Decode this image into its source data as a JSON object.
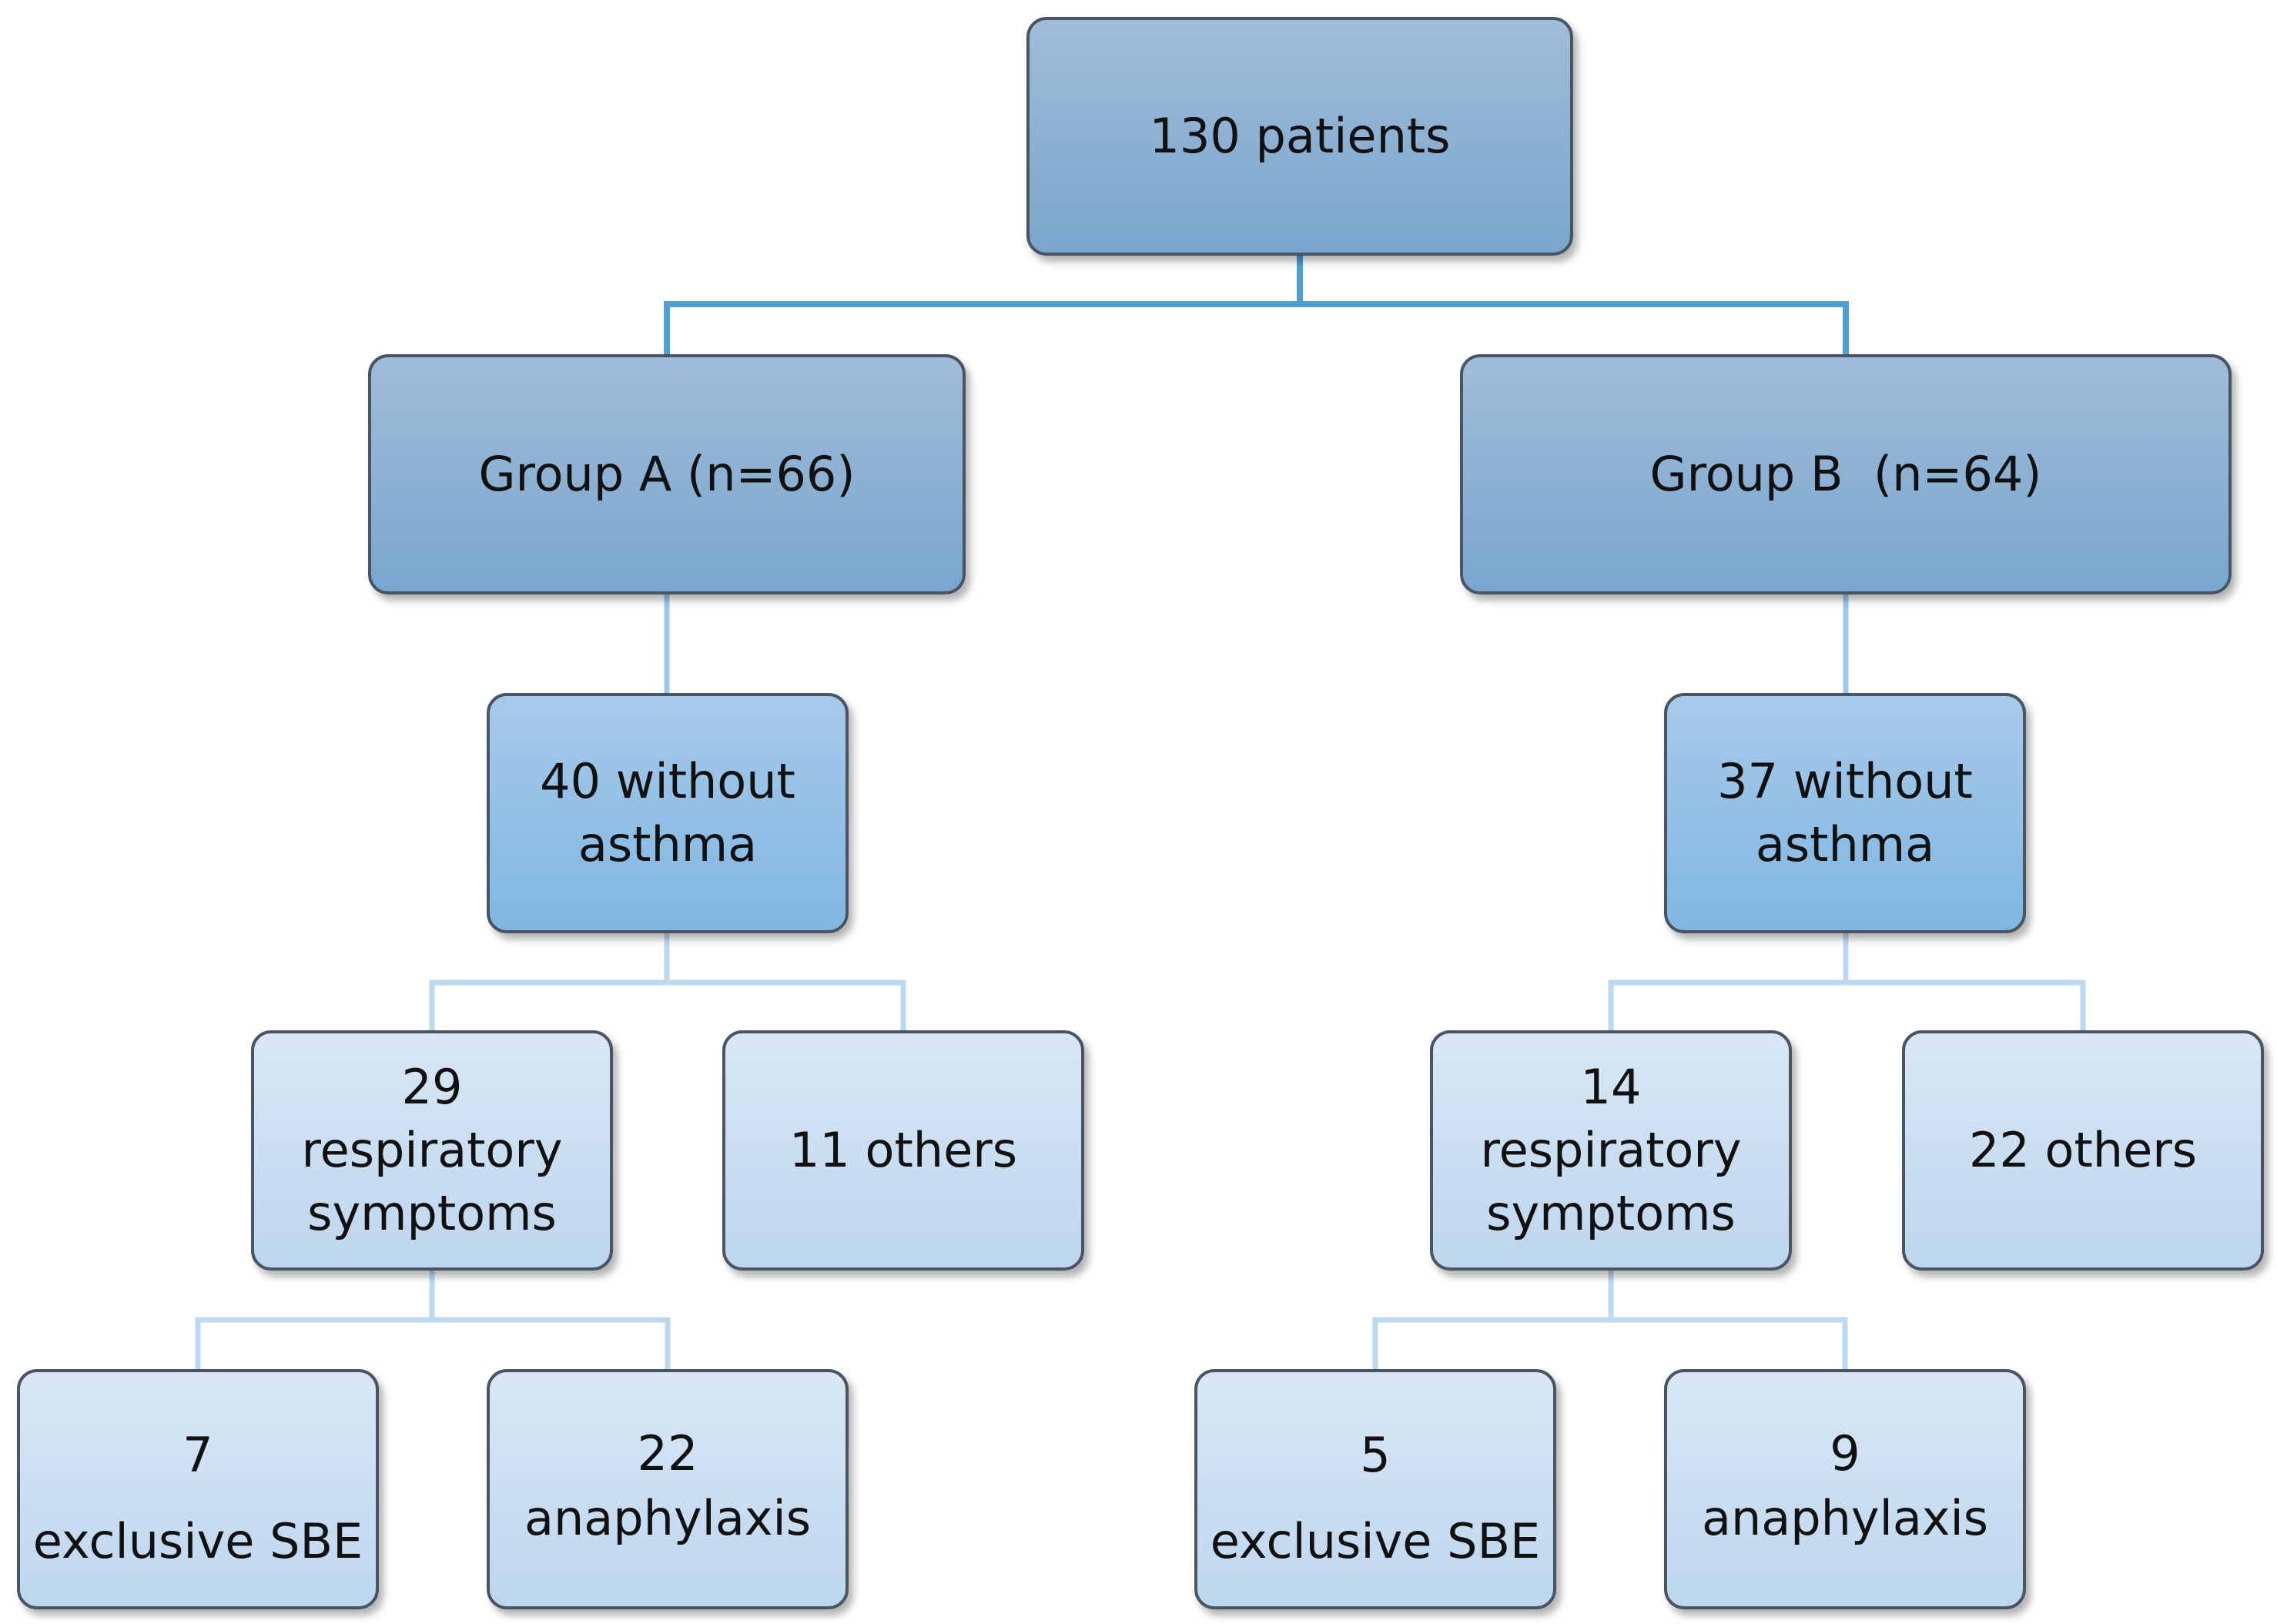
{
  "diagram": {
    "root": {
      "label": "130 patients"
    },
    "group_a": {
      "label": "Group A (n=66)",
      "without_asthma": [
        "40 without",
        "asthma"
      ],
      "respiratory": [
        "29",
        "respiratory",
        "symptoms"
      ],
      "others": "11 others",
      "exclusive_sbe": [
        "7",
        "exclusive SBE"
      ],
      "anaphylaxis": [
        "22",
        "anaphylaxis"
      ]
    },
    "group_b": {
      "label": "Group B  (n=64)",
      "without_asthma": [
        "37 without",
        "asthma"
      ],
      "respiratory": [
        "14",
        "respiratory",
        "symptoms"
      ],
      "others": "22 others",
      "exclusive_sbe": [
        "5",
        "exclusive SBE"
      ],
      "anaphylaxis": [
        "9",
        "anaphylaxis"
      ]
    },
    "colors": {
      "top_connector": "#4ea0d4",
      "mid_connector": "#9cc8ea",
      "low_connector": "#bcd9f0",
      "box_border": "#4a5563"
    }
  }
}
